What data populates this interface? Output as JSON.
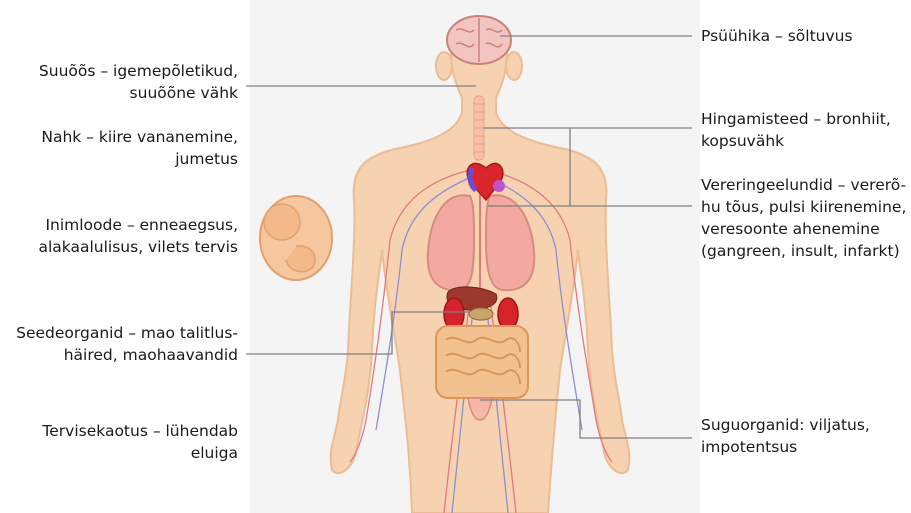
{
  "labels_left": [
    {
      "id": "suuoos",
      "text": "Suuõõs – igemepõletikud,\nsuuõõne vähk"
    },
    {
      "id": "nahk",
      "text": "Nahk – kiire vananemine,\njumetus"
    },
    {
      "id": "inimloode",
      "text": "Inimloode – enneaegsus,\nalakaalulisus, vilets tervis"
    },
    {
      "id": "seedeorganid",
      "text": "Seedeorganid – mao talitlus-\nhäired, maohaavandid"
    },
    {
      "id": "tervisekaotus",
      "text": "Tervisekaotus – lühendab\neluiga"
    }
  ],
  "labels_right": [
    {
      "id": "psuuhika",
      "text": "Psüühika – sõltuvus"
    },
    {
      "id": "hingamisteed",
      "text": "Hingamisteed – bronhiit,\nkopsuvähk"
    },
    {
      "id": "vereringe",
      "text": "Vereringeelundid – vererõ-\nhu tõus, pulsi kiirenemine,\nveresoonte ahenemine\n(gangreen, insult, infarkt)"
    },
    {
      "id": "suguorganid",
      "text": "Suguorganid: viljatus,\nimpotentsus"
    }
  ],
  "colors": {
    "skin": "#f6d2b0",
    "skin_edge": "#ecbc92",
    "lung": "#f4a9a0",
    "heart": "#d9262c",
    "kidney": "#d4242a",
    "intestine": "#f3c08f",
    "vessel_red": "#e07a80",
    "vessel_blue": "#8c8fd6",
    "line": "#808080"
  }
}
